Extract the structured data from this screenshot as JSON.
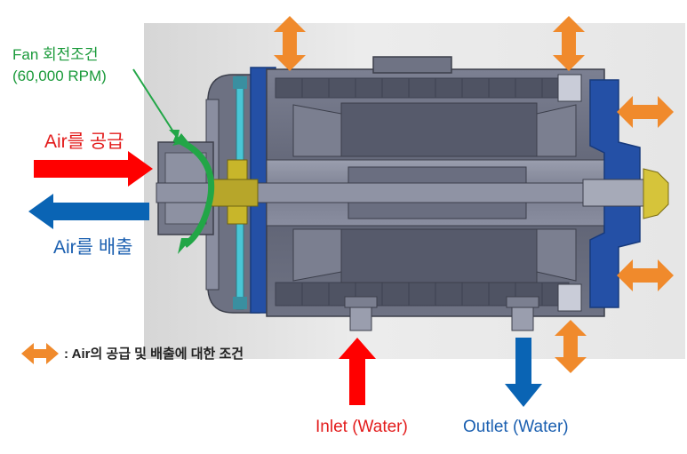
{
  "colors": {
    "supply_arrow": "#ff0000",
    "exhaust_arrow": "#0a64b4",
    "constraint_arrow": "#f08a2c",
    "fan_arrow": "#22a647",
    "housing": "#6b6f80",
    "end_cap": "#2650a6",
    "shaft_hub": "#c9b72a",
    "background": "#e7e7e7"
  },
  "icons": {
    "constraint": "double-headed-arrow",
    "rotation": "curved-arrow"
  },
  "labels": {
    "fan_condition": {
      "line1": "Fan 회전조건",
      "line2": "(60,000 RPM)"
    },
    "air_supply": {
      "word": "Air",
      "rest": "를 공급"
    },
    "air_exhaust": {
      "word": "Air",
      "rest": "를 배출"
    },
    "legend": ": Air의 공급 및 배출에 대한 조건",
    "inlet": "Inlet (Water)",
    "outlet": "Outlet (Water)"
  }
}
